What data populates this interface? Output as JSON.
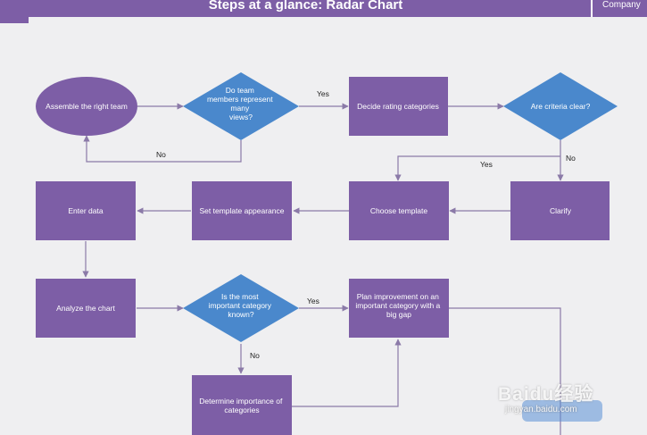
{
  "header": {
    "title": "Steps at a glance: Radar Chart",
    "company": "Company"
  },
  "nodes": {
    "assemble": {
      "lines": [
        "Assemble the right team"
      ]
    },
    "do_team": {
      "lines": [
        "Do team",
        "members represent",
        "many",
        "views?"
      ]
    },
    "decide": {
      "lines": [
        "Decide rating categories"
      ]
    },
    "criteria": {
      "lines": [
        "Are criteria clear?"
      ]
    },
    "clarify": {
      "lines": [
        "Clarify"
      ]
    },
    "choose": {
      "lines": [
        "Choose template"
      ]
    },
    "set_template": {
      "lines": [
        "Set template appearance"
      ]
    },
    "enter": {
      "lines": [
        "Enter data"
      ]
    },
    "analyze": {
      "lines": [
        "Analyze the chart"
      ]
    },
    "most_important": {
      "lines": [
        "Is the most",
        "important category",
        "known?"
      ]
    },
    "plan": {
      "lines": [
        "Plan improvement on an",
        "important category with a",
        "big gap"
      ]
    },
    "determine": {
      "lines": [
        "Determine importance of",
        "categories"
      ]
    }
  },
  "edge_labels": {
    "team_yes": "Yes",
    "team_no": "No",
    "criteria_yes": "Yes",
    "criteria_no": "No",
    "category_yes": "Yes",
    "category_no": "No"
  },
  "watermark": {
    "brand": "Baidu经验",
    "url": "jingyan.baidu.com"
  },
  "colors": {
    "header": "#7d5ea6",
    "process": "#7d5ea6",
    "decision": "#4a88cc",
    "connector": "#8b7aa8",
    "background": "#efeff1"
  }
}
